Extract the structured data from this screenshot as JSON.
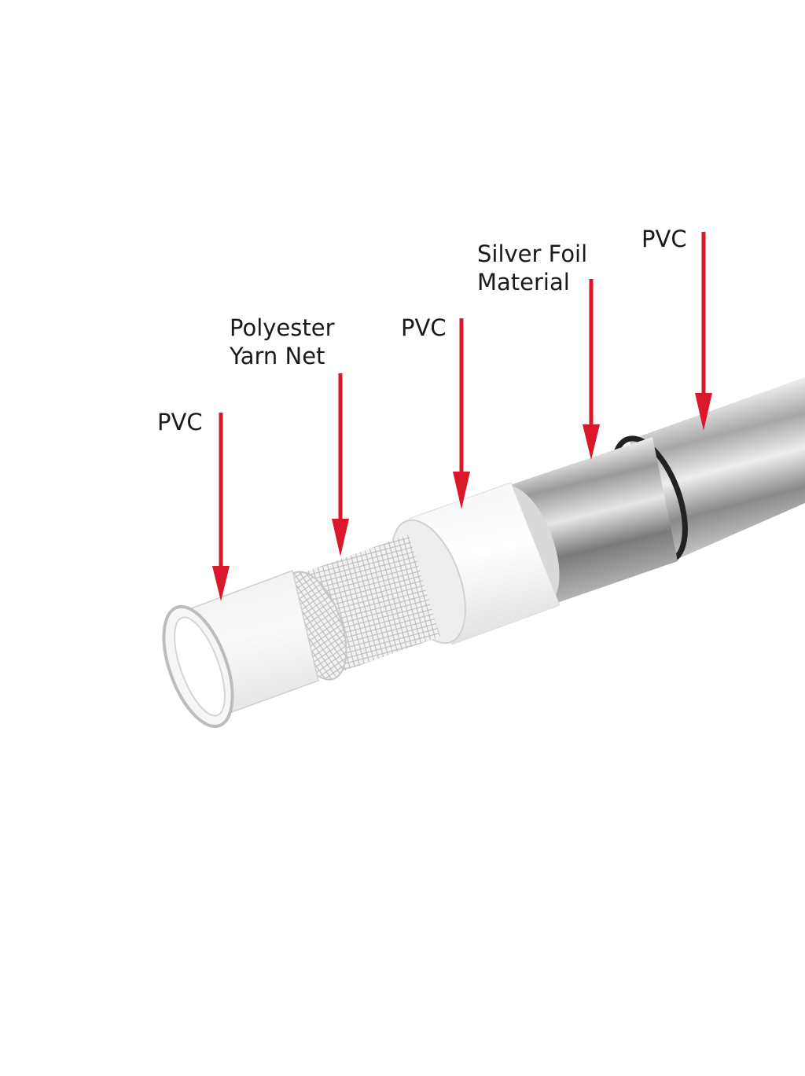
{
  "layers": [
    {
      "id": "pvc-inner",
      "lines": [
        "PVC"
      ]
    },
    {
      "id": "yarn-net",
      "lines": [
        "Polyester",
        "Yarn Net"
      ]
    },
    {
      "id": "pvc-middle",
      "lines": [
        "PVC"
      ]
    },
    {
      "id": "silver-foil",
      "lines": [
        "Silver Foil",
        "Material"
      ]
    },
    {
      "id": "pvc-outer",
      "lines": [
        "PVC"
      ]
    }
  ],
  "colors": {
    "arrow": "#d9182b",
    "text": "#1a1a1a",
    "background": "#ffffff"
  }
}
